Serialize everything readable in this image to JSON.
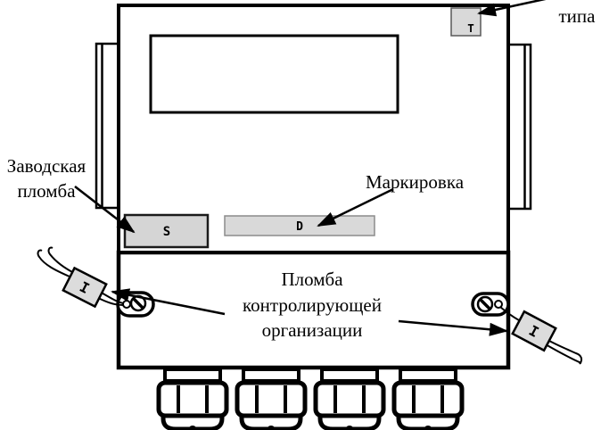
{
  "labels": {
    "type_seal": "типа",
    "factory_seal_line1": "Заводская",
    "factory_seal_line2": "пломба",
    "marking": "Маркировка",
    "inspection_seal_line1": "Пломба",
    "inspection_seal_line2": "контролирующей",
    "inspection_seal_line3": "организации"
  },
  "seal_marks": {
    "type_plate": "T",
    "factory_plate": "S",
    "marking_plate": "D",
    "inspection_tag_left": "I",
    "inspection_tag_right": "I"
  },
  "colors": {
    "line": "#000000",
    "seal_fill": "#d9d9d9",
    "factory_seal_fill": "#d5d5d5",
    "tag_fill": "#dcdcdc",
    "background": "#ffffff"
  }
}
